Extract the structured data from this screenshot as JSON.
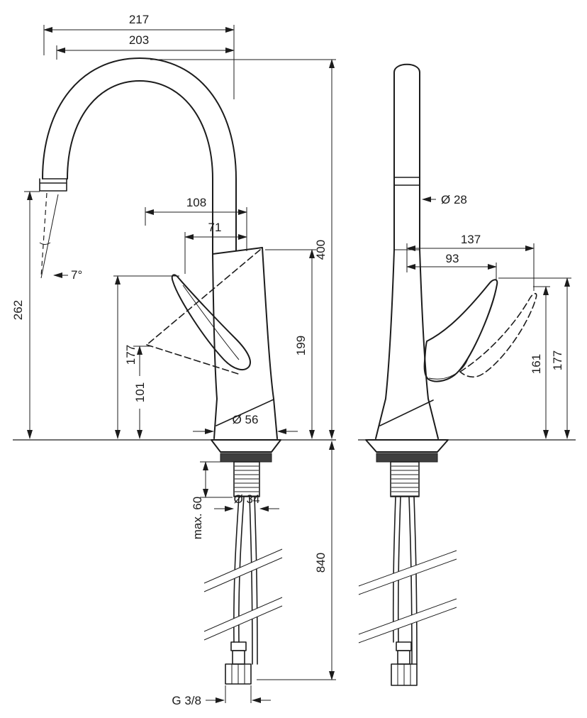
{
  "colors": {
    "line": "#1c1c1c",
    "background": "#ffffff"
  },
  "diagram": {
    "dims": {
      "side": {
        "overall_projection": "217",
        "spout_projection": "203",
        "handle_reach": "108",
        "handle_offset": "71",
        "stream_angle": "7°",
        "spout_height": "262",
        "handle_top_height": "177",
        "handle_low_height": "101",
        "body_top_height": "199",
        "base_diameter": "Ø 56",
        "overall_height": "400",
        "deck_thickness_max": "max. 60",
        "shank_diameter": "Ø 34",
        "hose_length": "840",
        "thread": "G 3/8"
      },
      "front": {
        "spout_diameter": "Ø 28",
        "handle_swing_max": "137",
        "handle_swing": "93",
        "handle_low_height": "161",
        "handle_top_height": "177"
      }
    }
  }
}
